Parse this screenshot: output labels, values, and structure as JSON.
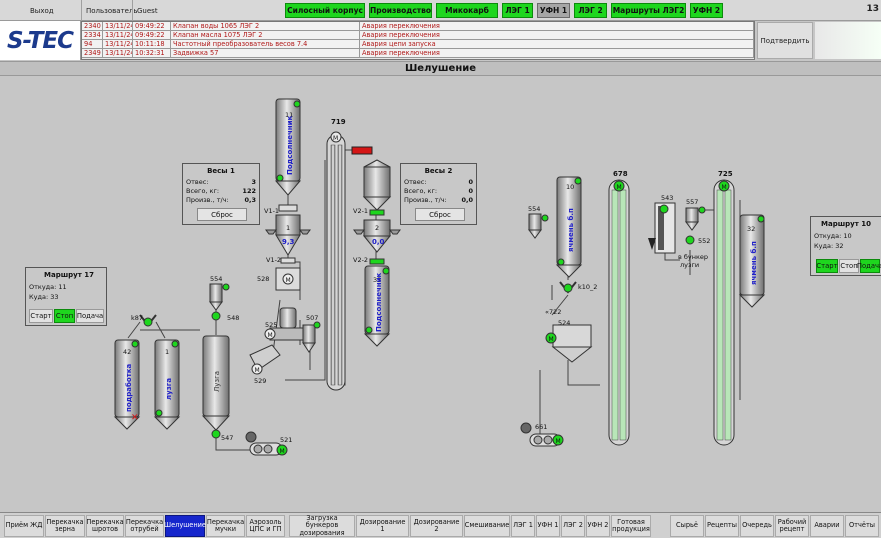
{
  "header": {
    "exit": "Выход",
    "user_label": "Пользователь",
    "user": "Guest",
    "nav": [
      "Силосный корпус",
      "Производство",
      "Микокарб",
      "ЛЭГ 1",
      "УФН 1",
      "ЛЭГ 2",
      "Маршруты ЛЭГ2",
      "УФН 2"
    ],
    "active_nav": "УФН 1",
    "clock": "13"
  },
  "logo": "S-TEC",
  "alarms": [
    {
      "id": "2340",
      "date": "13/11/24",
      "time": "09:49:22",
      "text": "Клапан воды 1065 ЛЭГ 2",
      "status": "Авария переключения"
    },
    {
      "id": "2334",
      "date": "13/11/24",
      "time": "09:49:22",
      "text": "Клапан масла 1075 ЛЭГ 2",
      "status": "Авария переключения"
    },
    {
      "id": "94",
      "date": "13/11/24",
      "time": "10:11:18",
      "text": "Частотный преобразователь весов 7.4",
      "status": "Авария цепи запуска"
    },
    {
      "id": "2349",
      "date": "13/11/24",
      "time": "10:32:31",
      "text": "Задвижка 57",
      "status": "Авария переключения"
    }
  ],
  "confirm": "Подтвердить",
  "title": "Шелушение",
  "scale1": {
    "title": "Весы 1",
    "otves_label": "Отвес:",
    "otves": "3",
    "total_label": "Всего, кг:",
    "total": "122",
    "prod_label": "Произв., т/ч:",
    "prod": "0,3",
    "reset": "Сброс"
  },
  "scale2": {
    "title": "Весы 2",
    "otves_label": "Отвес:",
    "otves": "0",
    "total_label": "Всего, кг:",
    "total": "0",
    "prod_label": "Произв., т/ч:",
    "prod": "0,0",
    "reset": "Сброс"
  },
  "route17": {
    "title": "Маршрут 17",
    "from_label": "Откуда:",
    "from": "11",
    "to_label": "Куда:",
    "to": "33",
    "start": "Старт",
    "stop": "Стоп",
    "feed": "Подача"
  },
  "route10": {
    "title": "Маршрут 10",
    "from_label": "Откуда:",
    "from": "10",
    "to_label": "Куда:",
    "to": "32",
    "start": "Старт",
    "stop": "Стоп",
    "feed": "Подача"
  },
  "tags": {
    "t719": "719",
    "t11": "11",
    "t2": "2",
    "t1": "1",
    "t33": "33",
    "t528": "528",
    "t525": "525",
    "t507": "507",
    "t529": "529",
    "t554a": "554",
    "t548": "548",
    "t547": "547",
    "t521": "521",
    "t42": "42",
    "t1b": "1",
    "t87": "k87",
    "t10": "10",
    "t678": "678",
    "t543": "543",
    "t557": "557",
    "t552": "552",
    "t725": "725",
    "t32": "32",
    "t554b": "554",
    "tk10": "k10_2",
    "t722": "«722",
    "t524": "524",
    "t661": "661",
    "v11": "V1-1",
    "v12": "V1-2",
    "v21": "V2-1",
    "v22": "V2-2",
    "w1": "9,3",
    "w2": "0,0",
    "bunker": "в бункер\nлузги"
  },
  "vlabels": {
    "silo11": "Подсолнечник",
    "silo33": "Подсолнечник",
    "silo42": "подработка",
    "silo1": "лузга",
    "silo_luzga": "Лузга",
    "silo10": "ячмень б.п",
    "silo32": "ячмень б.п"
  },
  "bottom_nav": [
    "Приём ЖД",
    "Перекачка\nзерна",
    "Перекачка\nшротов",
    "Перекачка\nотрубей",
    "Шелушение",
    "Перекачка\nмучки",
    "Аэрозоль\nЦПС и ГП",
    "Загрузка бункеров\nдозирования",
    "Дозирование 1",
    "Дозирование 2",
    "Смешивание",
    "ЛЭГ 1",
    "УФН 1",
    "ЛЭГ 2",
    "УФН 2",
    "Готовая\nпродукция",
    "Сырьё",
    "Рецепты",
    "Очередь",
    "Рабочий\nрецепт",
    "Аварии",
    "Отчёты"
  ],
  "active_bottom": "Шелушение",
  "colors": {
    "run": "#1ed61e",
    "nav_active": "#1626cc",
    "alarm_text": "#b01818",
    "logo": "#1c3a8c"
  }
}
